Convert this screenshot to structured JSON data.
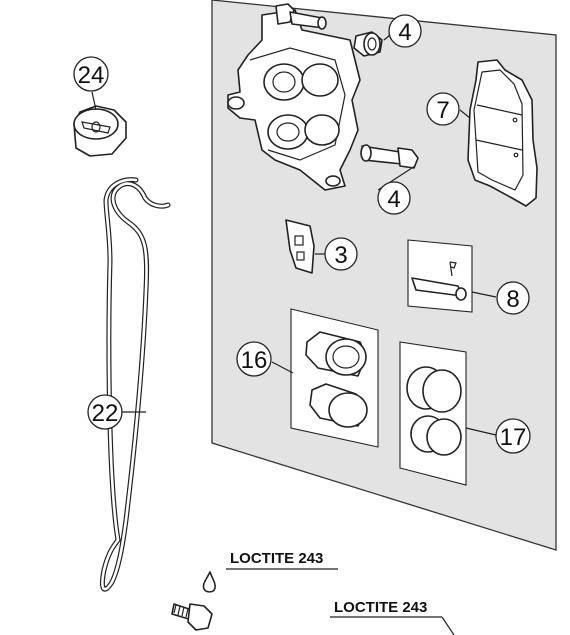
{
  "diagram": {
    "callouts": [
      {
        "id": "c3",
        "label": "3"
      },
      {
        "id": "c4a",
        "label": "4"
      },
      {
        "id": "c4b",
        "label": "4"
      },
      {
        "id": "c7",
        "label": "7"
      },
      {
        "id": "c8",
        "label": "8"
      },
      {
        "id": "c16",
        "label": "16"
      },
      {
        "id": "c17",
        "label": "17"
      },
      {
        "id": "c22",
        "label": "22"
      },
      {
        "id": "c24",
        "label": "24"
      }
    ],
    "loctite_labels": [
      "LOCTITE 243",
      "LOCTITE 243"
    ]
  }
}
